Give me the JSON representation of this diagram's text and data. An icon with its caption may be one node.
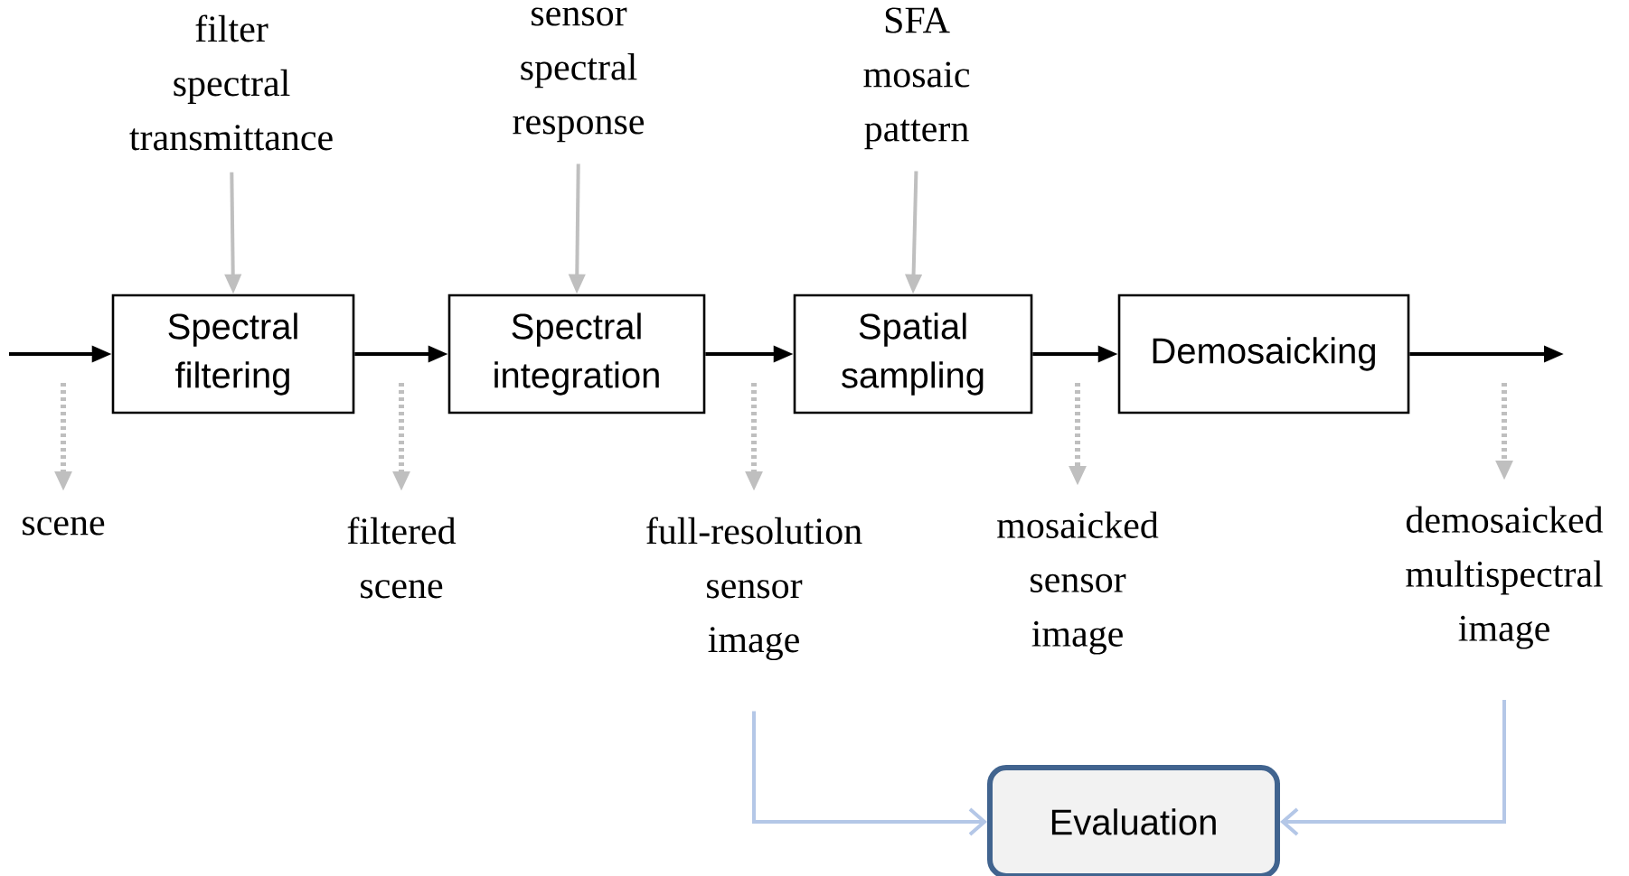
{
  "diagram": {
    "nodes": [
      {
        "text": [
          "filter spectral transmittance"
        ]
      },
      {
        "text": [
          "sensor spectral response"
        ]
      },
      {
        "text": [
          "SFA mosaic pattern"
        ]
      },
      {
        "text": [
          "Spectral filtering"
        ]
      },
      {
        "text": [
          "Spectral integration"
        ]
      },
      {
        "text": [
          "Spatial sampling"
        ]
      },
      {
        "text": [
          "Demosaicking"
        ]
      },
      {
        "text": [
          "scene"
        ]
      },
      {
        "text": [
          "filtered scene"
        ]
      },
      {
        "text": [
          "full-resolution sensor image"
        ]
      },
      {
        "text": [
          "mosaicked sensor image"
        ]
      },
      {
        "text": [
          "demosaicked multispectral image"
        ]
      },
      {
        "text": [
          "Evaluation"
        ]
      }
    ],
    "edges": [
      {
        "from": null,
        "to": 3,
        "arrow": "to",
        "color": "#000000"
      },
      {
        "from": 3,
        "to": 4,
        "arrow": "to",
        "color": "#000000"
      },
      {
        "from": 4,
        "to": 5,
        "arrow": "to",
        "color": "#000000"
      },
      {
        "from": 5,
        "to": 6,
        "arrow": "to",
        "color": "#000000"
      },
      {
        "from": 6,
        "to": null,
        "arrow": "to",
        "color": "#000000"
      },
      {
        "from": 0,
        "to": 3,
        "arrow": "to",
        "color": "#bfbfbf"
      },
      {
        "from": 1,
        "to": 4,
        "arrow": "to",
        "color": "#bfbfbf"
      },
      {
        "from": 2,
        "to": 5,
        "arrow": "to",
        "color": "#bfbfbf"
      },
      {
        "from": null,
        "to": 7,
        "arrow": "to",
        "style": "dashed",
        "color": "#bfbfbf"
      },
      {
        "from": null,
        "to": 8,
        "arrow": "to",
        "style": "dashed",
        "color": "#bfbfbf"
      },
      {
        "from": null,
        "to": 9,
        "arrow": "to",
        "style": "dashed",
        "color": "#bfbfbf"
      },
      {
        "from": null,
        "to": 10,
        "arrow": "to",
        "style": "dashed",
        "color": "#bfbfbf"
      },
      {
        "from": null,
        "to": 11,
        "arrow": "to",
        "style": "dashed",
        "color": "#bfbfbf"
      },
      {
        "from": 9,
        "to": 12,
        "arrow": "to",
        "color": "#b4c7e7"
      },
      {
        "from": 11,
        "to": 12,
        "arrow": "to",
        "color": "#b4c7e7"
      }
    ]
  }
}
